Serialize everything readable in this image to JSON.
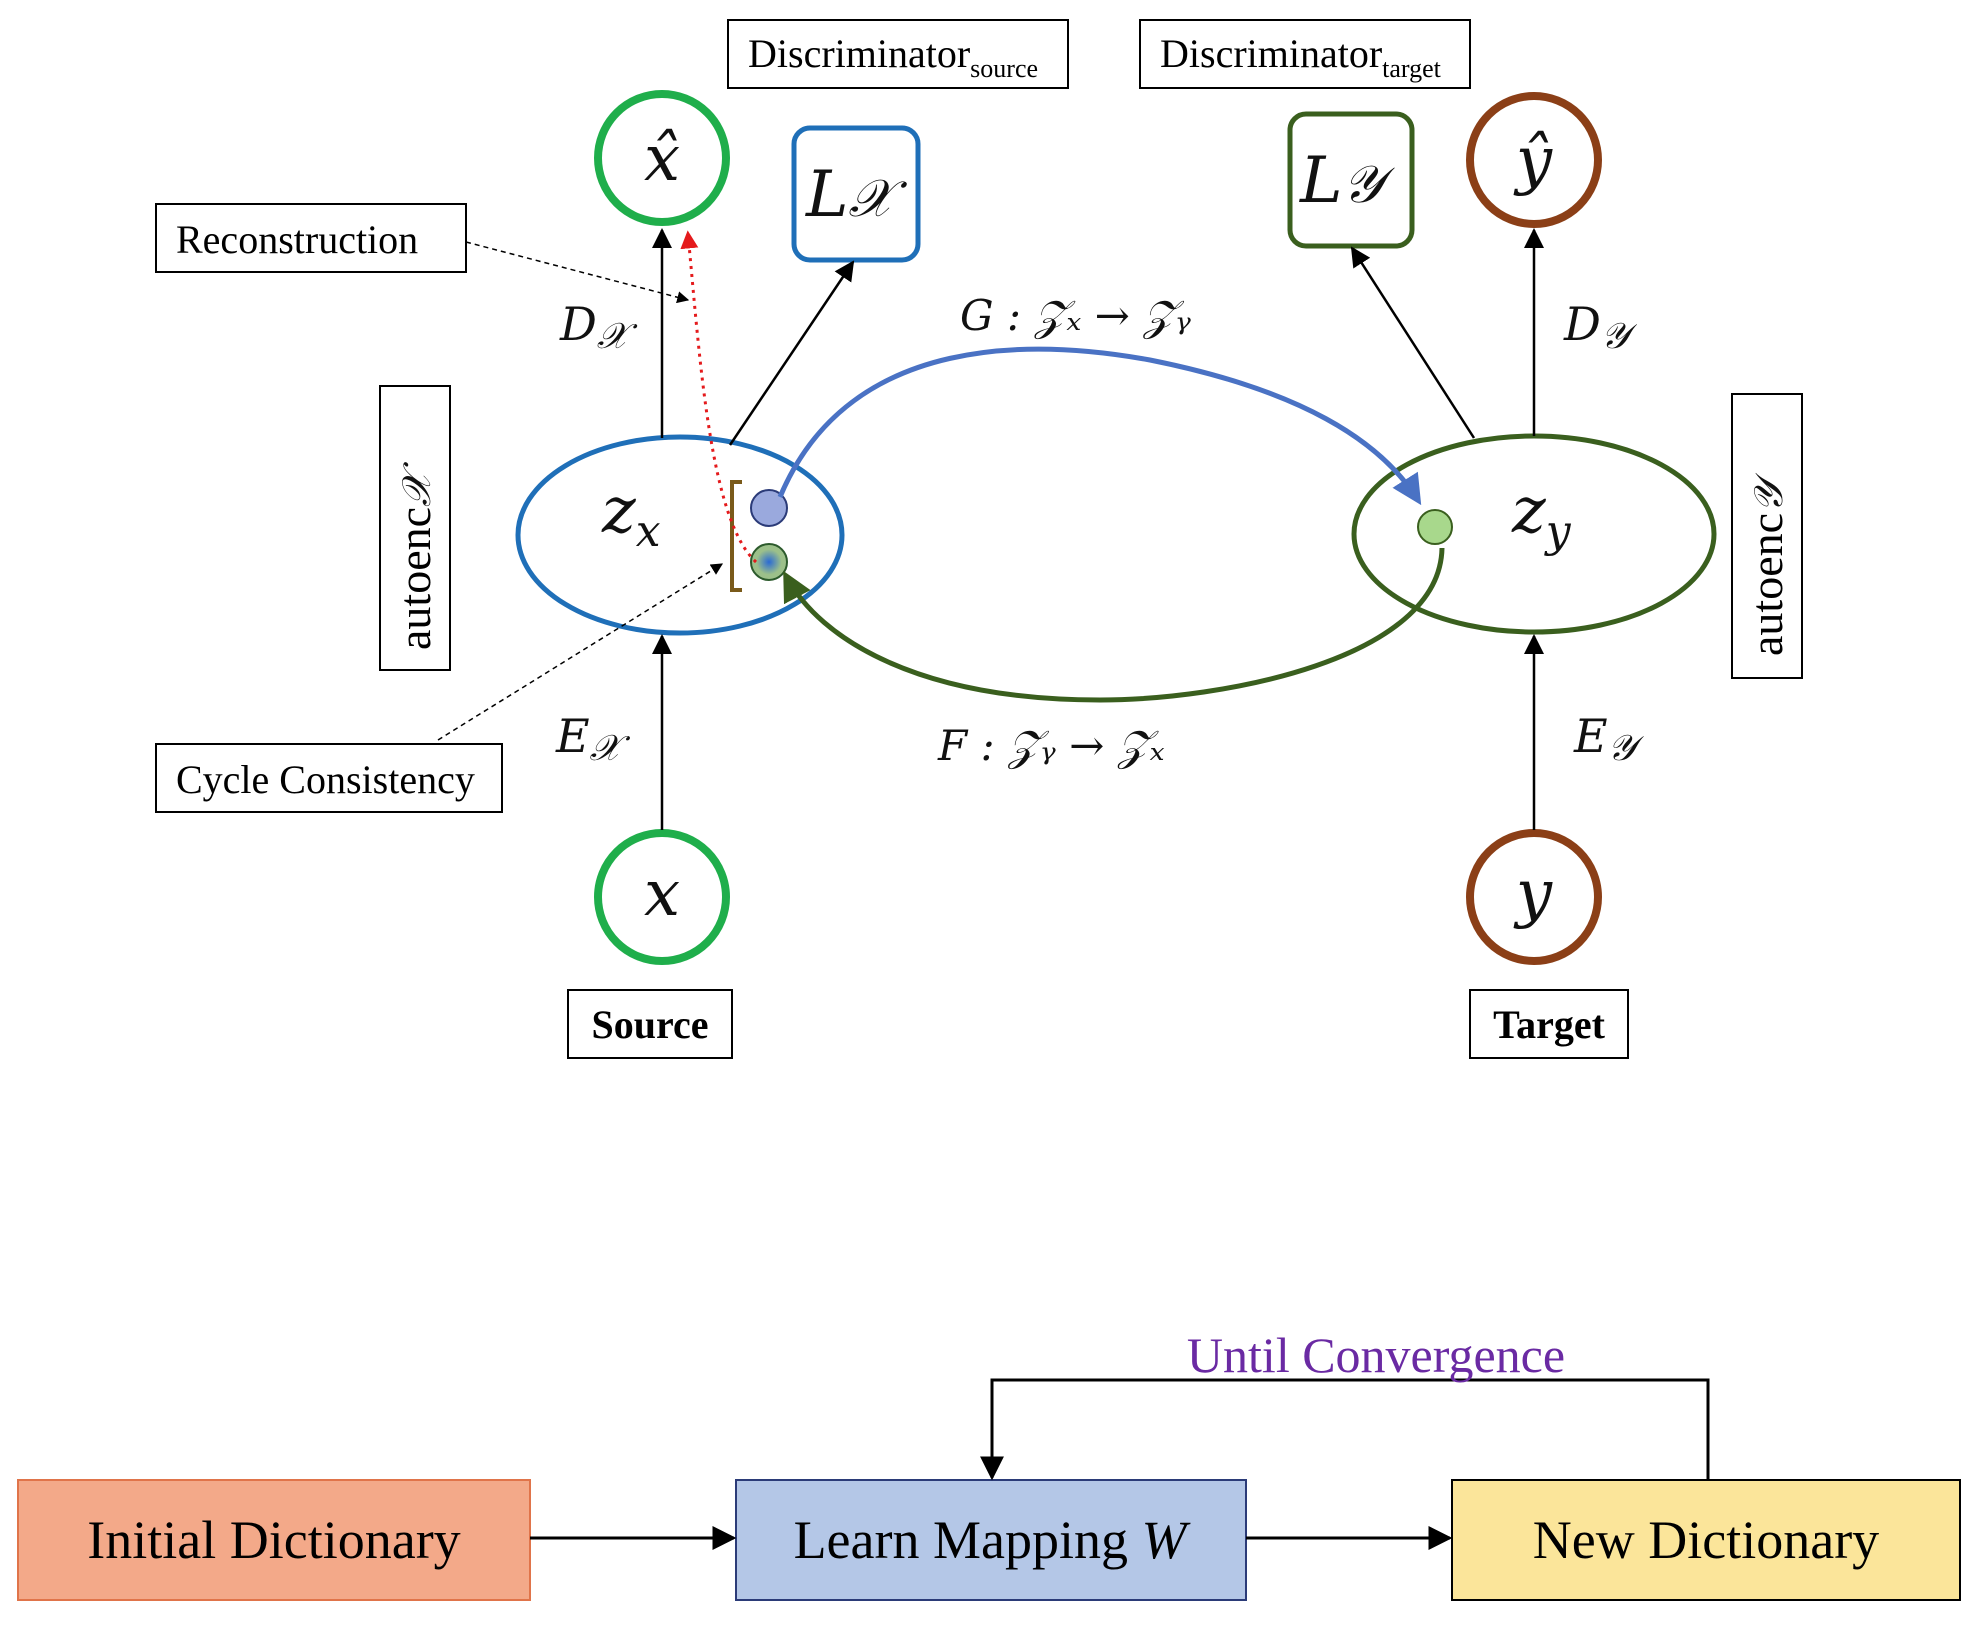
{
  "labels": {
    "disc_source_main": "Discriminator",
    "disc_source_sub": "source",
    "disc_target_main": "Discriminator",
    "disc_target_sub": "target",
    "reconstruction": "Reconstruction",
    "cycle_consistency": "Cycle Consistency",
    "source": "Source",
    "target": "Target",
    "autoenc_x_main": "autoenc",
    "autoenc_x_sub": "𝒳",
    "autoenc_y_main": "autoenc",
    "autoenc_y_sub": "𝒴"
  },
  "nodes": {
    "x_hat": "x̂",
    "y_hat": "ŷ",
    "x": "x",
    "y": "y",
    "loss_x_main": "L",
    "loss_x_sub": "𝒳",
    "loss_y_main": "L",
    "loss_y_sub": "𝒴",
    "z_x_main": "z",
    "z_x_sub": "x",
    "z_y_main": "z",
    "z_y_sub": "y"
  },
  "edges": {
    "decoder_x_main": "D",
    "decoder_x_sub": "𝒳",
    "decoder_y_main": "D",
    "decoder_y_sub": "𝒴",
    "encoder_x_main": "E",
    "encoder_x_sub": "𝒳",
    "encoder_y_main": "E",
    "encoder_y_sub": "𝒴",
    "mapping_g": "G : 𝒵ₓ → 𝒵ᵧ",
    "mapping_f": "F : 𝒵ᵧ → 𝒵ₓ"
  },
  "flow": {
    "initial_dictionary": "Initial Dictionary",
    "learn_mapping_main": "Learn Mapping ",
    "learn_mapping_var": "W",
    "new_dictionary": "New Dictionary",
    "until_convergence": "Until Convergence"
  },
  "colors": {
    "source_green": "#1fae4b",
    "target_brown": "#8b3f17",
    "blue_ellipse": "#1f6fb8",
    "green_ellipse": "#3a5f1e",
    "arrow_blue": "#4a72c4",
    "arrow_green": "#3a5f1e",
    "red_dotted": "#e41a1c",
    "initial_fill": "#f3a989",
    "learn_fill": "#b4c7e7",
    "new_fill": "#fbe59a",
    "convergence_text": "#6a2aa3"
  }
}
